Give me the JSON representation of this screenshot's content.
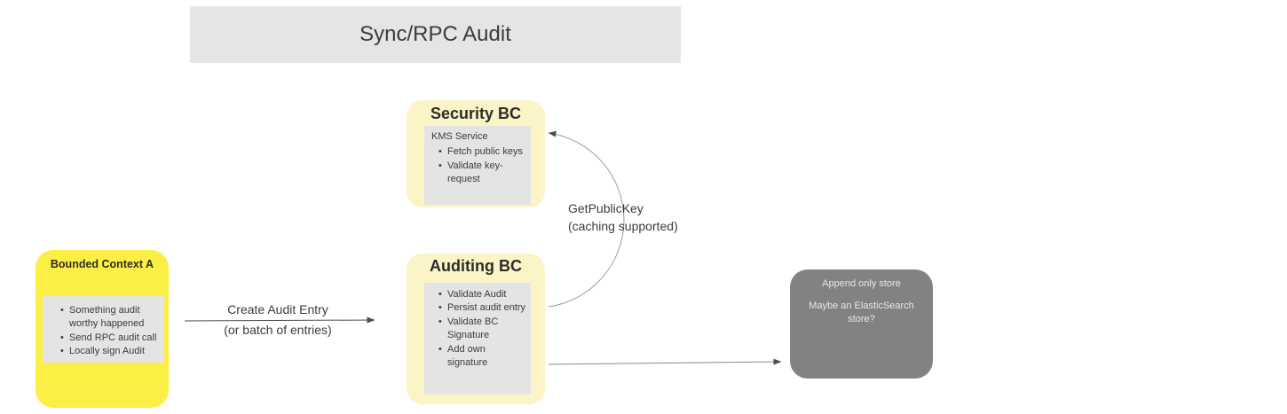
{
  "banner": {
    "title": "Sync/RPC Audit"
  },
  "nodes": {
    "security_bc": {
      "title": "Security BC",
      "service_heading": "KMS Service",
      "bullets": [
        "Fetch public keys",
        "Validate key-request"
      ]
    },
    "auditing_bc": {
      "title": "Auditing BC",
      "bullets": [
        "Validate Audit",
        "Persist audit entry",
        "Validate BC Signature",
        "Add own signature"
      ]
    },
    "bounded_context_a": {
      "title": "Bounded Context A",
      "bullets": [
        "Something audit worthy happened",
        "Send RPC audit call",
        "Locally sign Audit"
      ]
    },
    "append_store": {
      "title": "Append only store",
      "note": "Maybe an ElasticSearch store?"
    }
  },
  "edges": {
    "create_audit": {
      "label": "Create Audit Entry",
      "sublabel": "(or batch of entries)"
    },
    "get_public_key": {
      "label": "GetPublicKey",
      "sublabel": "(caching supported)"
    }
  },
  "colors": {
    "canvas_bg": "#FFFFFF",
    "banner_gray": "#E5E5E5",
    "node_yellow_bright": "#FBEE45",
    "node_yellow_cream": "#FBF4C7",
    "panel_gray": "#E4E4E4",
    "store_gray": "#828282",
    "store_text": "#E8E8E8",
    "text_dark": "#3B3B3B",
    "heading_dark": "#2D2D27",
    "edge_dark": "#4D4D4D",
    "edge_mid": "#8A8A8A",
    "edge_light": "#9B9B9B"
  }
}
